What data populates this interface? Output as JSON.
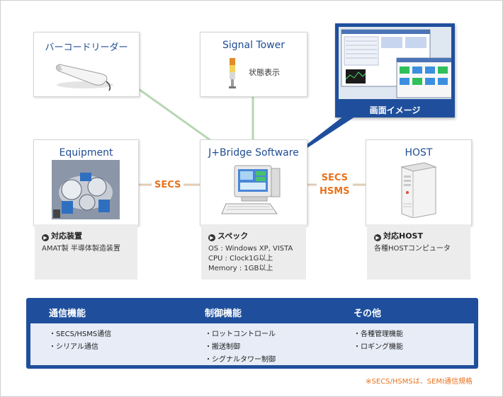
{
  "cards": {
    "barcode": {
      "title": "バーコードリーダー"
    },
    "signal_tower": {
      "title": "Signal Tower",
      "caption": "状態表示"
    },
    "screen_image": {
      "caption": "画面イメージ"
    },
    "equipment": {
      "title": "Equipment"
    },
    "jbridge": {
      "title": "J+Bridge Software"
    },
    "host": {
      "title": "HOST"
    }
  },
  "connections": {
    "equipment_jbridge": "SECS",
    "jbridge_host_line1": "SECS",
    "jbridge_host_line2": "HSMS"
  },
  "info": {
    "equipment": {
      "heading": "対応装置",
      "lines": [
        "AMAT製 半導体製造装置"
      ]
    },
    "jbridge": {
      "heading": "スペック",
      "lines": [
        "OS : Windows XP, VISTA",
        "CPU : Clock1G以上",
        "Memory : 1GB以上"
      ]
    },
    "host": {
      "heading": "対応HOST",
      "lines": [
        "各種HOSTコンピュータ"
      ]
    }
  },
  "features": {
    "columns": [
      {
        "title": "通信機能",
        "items": [
          "・SECS/HSMS通信",
          "・シリアル通信"
        ]
      },
      {
        "title": "制御機能",
        "items": [
          "・ロットコントロール",
          "・搬送制御",
          "・シグナルタワー制御"
        ]
      },
      {
        "title": "その他",
        "items": [
          "・各種管理機能",
          "・ロギング機能"
        ]
      }
    ]
  },
  "note": "※SECS/HSMSは、SEMI通信規格",
  "colors": {
    "accent_blue": "#1f4f9c",
    "title_blue": "#1f4c93",
    "orange": "#e8731f",
    "line_green": "#b7d7b3",
    "line_tan": "#e0cdb6"
  },
  "icons": [
    "barcode-reader-icon",
    "signal-tower-icon",
    "screenshot-thumbnail-icon",
    "equipment-photo-icon",
    "desktop-computer-icon",
    "server-tower-icon",
    "circle-arrow-icon"
  ]
}
